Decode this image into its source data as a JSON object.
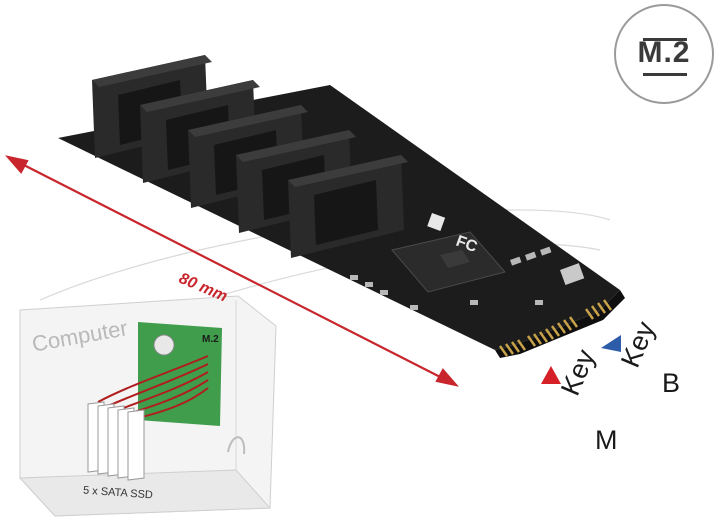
{
  "badge": {
    "text": "M.2"
  },
  "dimension": {
    "label": "80 mm"
  },
  "key_m": {
    "word": "Key",
    "letter": "M",
    "color": "#d62027"
  },
  "key_b": {
    "word": "Key",
    "letter": "B",
    "color": "#2d5ca8"
  },
  "diagram": {
    "computer_label": "Computer",
    "card_label": "M.2",
    "ssd_label": "5 x SATA SSD"
  },
  "board": {
    "colors": {
      "pcb": "#1c1c1c",
      "connector": "#2a2a2a",
      "gold": "#c9a34a",
      "arrow": "#c8262c"
    }
  }
}
